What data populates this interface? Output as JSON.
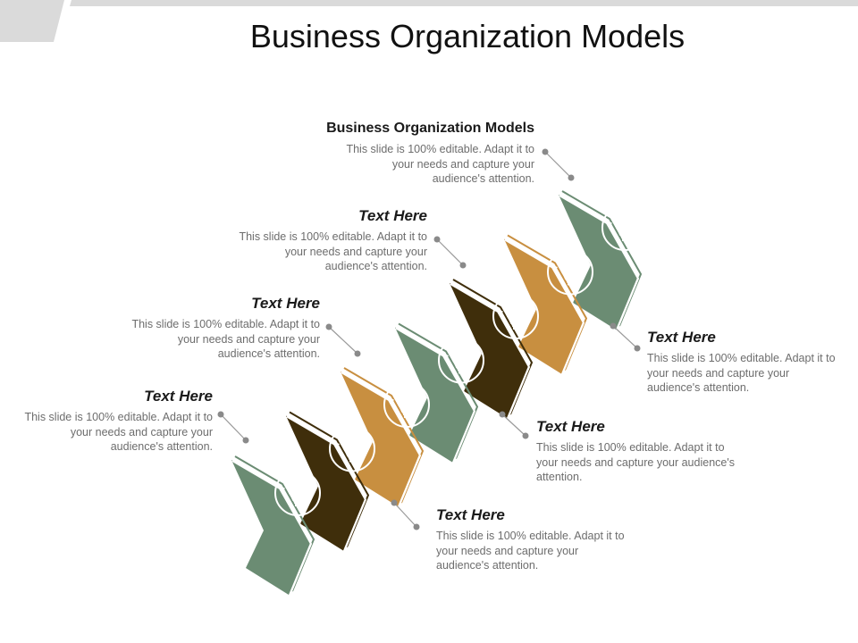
{
  "slide": {
    "title": "Business Organization Models"
  },
  "colors": {
    "green": "#6b8c73",
    "tan": "#c88f40",
    "brown": "#3f2e0b",
    "connector": "#9a9a9a"
  },
  "steps": [
    {
      "color": "green",
      "icon": "lightbulb-icon"
    },
    {
      "color": "brown",
      "icon": "lightbulb-icon"
    },
    {
      "color": "tan",
      "icon": "lightbulb-icon"
    },
    {
      "color": "green",
      "icon": "lightbulb-icon"
    },
    {
      "color": "brown",
      "icon": "lightbulb-icon"
    },
    {
      "color": "tan",
      "icon": "lightbulb-icon"
    },
    {
      "color": "green",
      "icon": "lightbulb-icon"
    }
  ],
  "labels": [
    {
      "heading": "Text Here",
      "body": "This slide is 100% editable. Adapt it to your needs and capture your audience's attention."
    },
    {
      "heading": "Text Here",
      "body": "This slide is 100% editable. Adapt it to your needs and capture your audience's attention."
    },
    {
      "heading": "Text Here",
      "body": "This slide is 100% editable. Adapt it to your needs and capture your audience's attention."
    },
    {
      "heading": "Text Here",
      "body": "This slide is 100% editable. Adapt it to your needs and capture your audience's attention."
    },
    {
      "heading": "Text Here",
      "body": "This slide is 100% editable. Adapt it to your needs and capture your audience's attention."
    },
    {
      "heading": "Text Here",
      "body": "This slide is 100% editable. Adapt it to your needs and capture your audience's attention."
    },
    {
      "heading": "Business Organization Models",
      "body": "This slide is 100% editable. Adapt it to your needs and capture your audience's attention."
    }
  ]
}
